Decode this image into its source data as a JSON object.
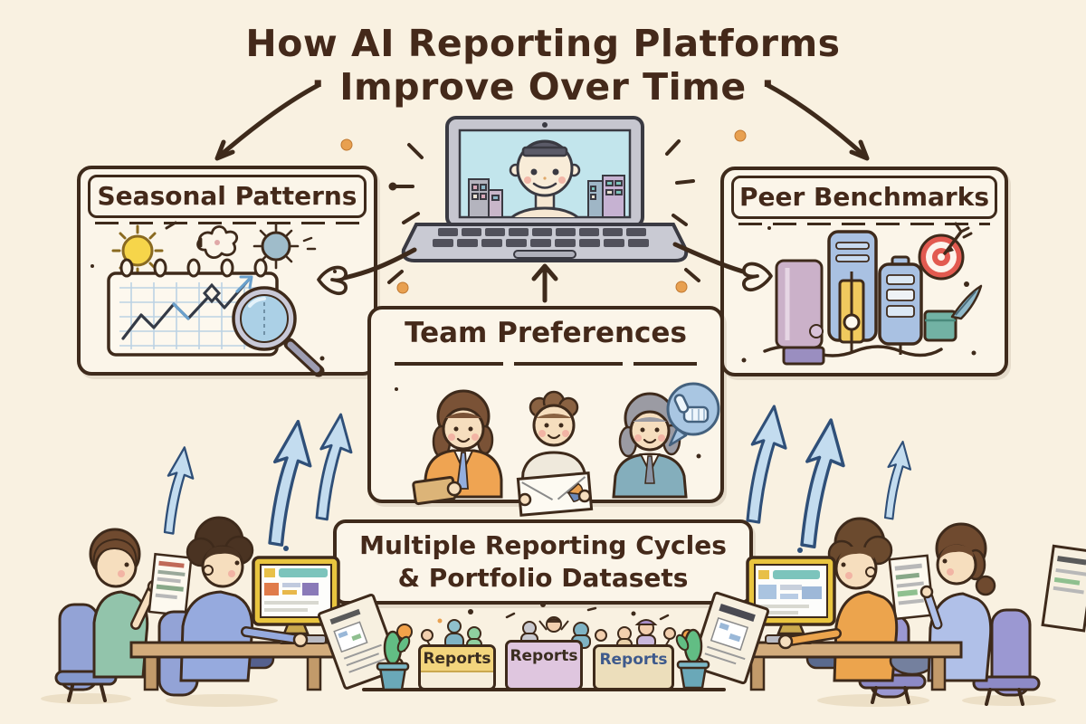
{
  "title": {
    "line1": "How AI Reporting Platforms",
    "line2": "Improve Over Time",
    "left_decoration": "·",
    "right_decoration": "·"
  },
  "boxes": {
    "seasonal": {
      "label": "Seasonal Patterns",
      "icons": [
        "sun-icon",
        "leaf-icon",
        "snowflake-icon",
        "calendar-trend-chart-icon",
        "magnifier-icon"
      ]
    },
    "team": {
      "label": "Team Preferences",
      "icons": [
        "team-members-illustration",
        "thumbs-up-bubble-icon"
      ]
    },
    "peer": {
      "label": "Peer Benchmarks",
      "icons": [
        "benchmark-towers-icon",
        "target-dart-icon",
        "feather-box-icon"
      ]
    }
  },
  "center": {
    "icon": "ai-laptop-illustration"
  },
  "source_box": {
    "line1": "Multiple Reporting Cycles",
    "line2": "& Portfolio Datasets"
  },
  "report_stacks": [
    {
      "label": "Reports",
      "color": "#f3d57d"
    },
    {
      "label": "Reports",
      "color": "#dfc6df"
    },
    {
      "label": "Reports",
      "color": "#ecdebb"
    }
  ],
  "colors": {
    "background": "#f9f1e1",
    "ink": "#3e2a1b",
    "box_fill": "#fbf5e9",
    "arrow_blue": "#c3dcef",
    "arrow_blue_outline": "#2f4f78",
    "accent_orange": "#e8a050",
    "target_red": "#e25a50",
    "sun_yellow": "#f6d54a",
    "screen_blue": "#c2e5ec"
  }
}
